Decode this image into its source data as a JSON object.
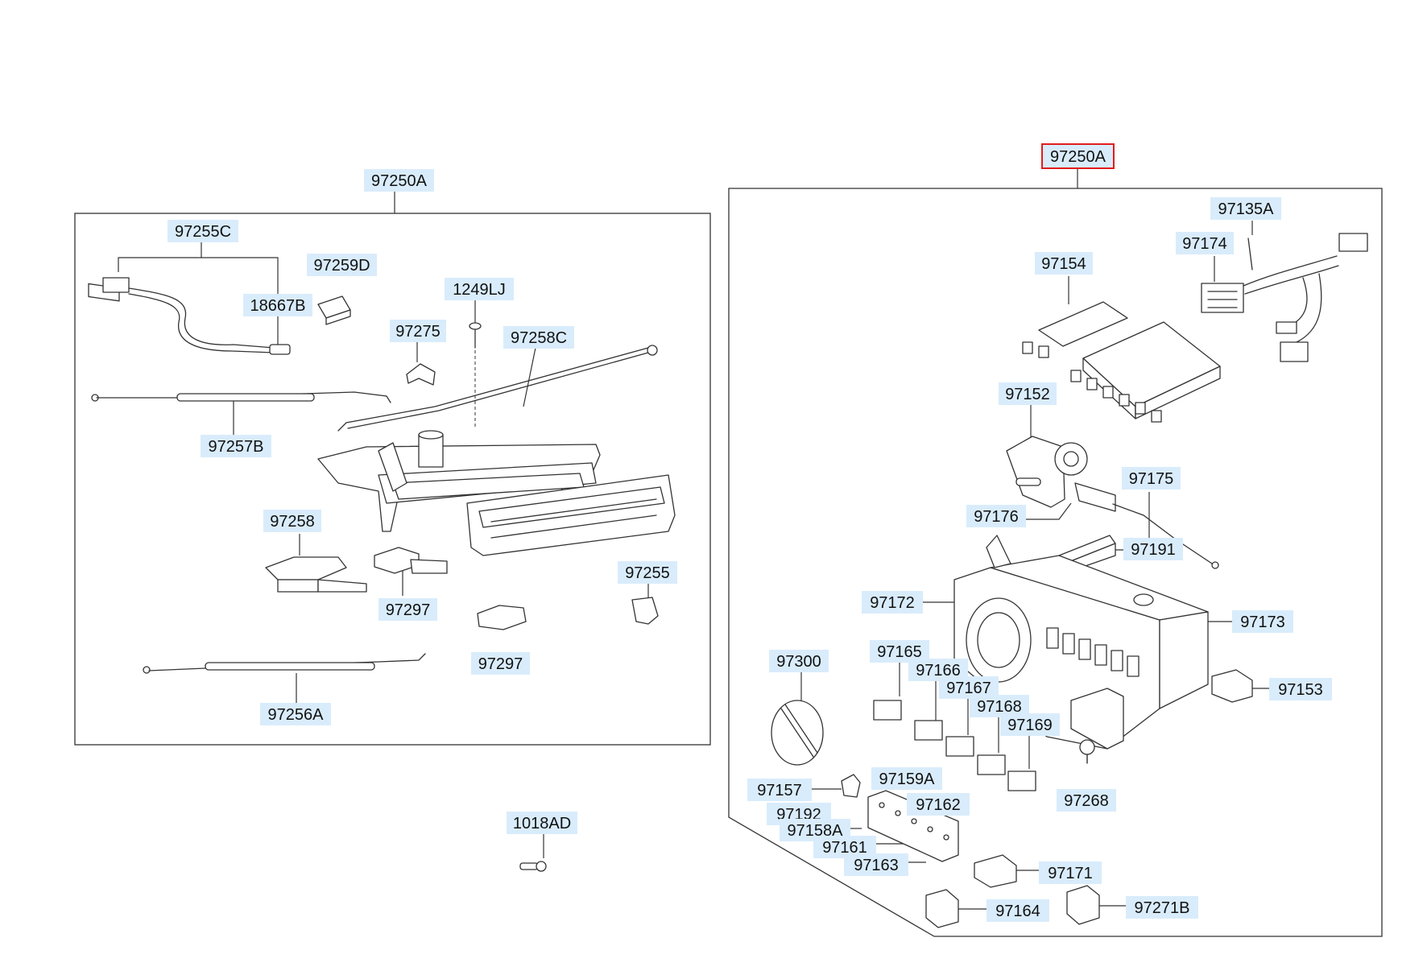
{
  "diagram": {
    "accent_label_bg": "#d9ecfb",
    "selected_border": "#e11d1d",
    "selected_label": "97250A",
    "labels": [
      {
        "id": "97250A-left",
        "text": "97250A"
      },
      {
        "id": "97255C",
        "text": "97255C"
      },
      {
        "id": "97259D",
        "text": "97259D"
      },
      {
        "id": "18667B",
        "text": "18667B"
      },
      {
        "id": "1249LJ",
        "text": "1249LJ"
      },
      {
        "id": "97275",
        "text": "97275"
      },
      {
        "id": "97258C",
        "text": "97258C"
      },
      {
        "id": "97257B",
        "text": "97257B"
      },
      {
        "id": "97258",
        "text": "97258"
      },
      {
        "id": "97255",
        "text": "97255"
      },
      {
        "id": "97297-a",
        "text": "97297"
      },
      {
        "id": "97297-b",
        "text": "97297"
      },
      {
        "id": "97256A",
        "text": "97256A"
      },
      {
        "id": "1018AD",
        "text": "1018AD"
      },
      {
        "id": "97250A-right",
        "text": "97250A"
      },
      {
        "id": "97135A",
        "text": "97135A"
      },
      {
        "id": "97174",
        "text": "97174"
      },
      {
        "id": "97154",
        "text": "97154"
      },
      {
        "id": "97152",
        "text": "97152"
      },
      {
        "id": "97175",
        "text": "97175"
      },
      {
        "id": "97176",
        "text": "97176"
      },
      {
        "id": "97191",
        "text": "97191"
      },
      {
        "id": "97172",
        "text": "97172"
      },
      {
        "id": "97173",
        "text": "97173"
      },
      {
        "id": "97165",
        "text": "97165"
      },
      {
        "id": "97300",
        "text": "97300"
      },
      {
        "id": "97166",
        "text": "97166"
      },
      {
        "id": "97167",
        "text": "97167"
      },
      {
        "id": "97168",
        "text": "97168"
      },
      {
        "id": "97169",
        "text": "97169"
      },
      {
        "id": "97153",
        "text": "97153"
      },
      {
        "id": "97268",
        "text": "97268"
      },
      {
        "id": "97157",
        "text": "97157"
      },
      {
        "id": "97159A",
        "text": "97159A"
      },
      {
        "id": "97192",
        "text": "97192"
      },
      {
        "id": "97162",
        "text": "97162"
      },
      {
        "id": "97158A",
        "text": "97158A"
      },
      {
        "id": "97161",
        "text": "97161"
      },
      {
        "id": "97163",
        "text": "97163"
      },
      {
        "id": "97171",
        "text": "97171"
      },
      {
        "id": "97164",
        "text": "97164"
      },
      {
        "id": "97271B",
        "text": "97271B"
      }
    ]
  }
}
